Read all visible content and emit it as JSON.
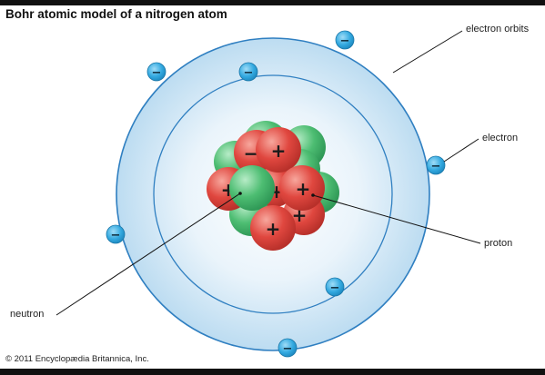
{
  "title": "Bohr atomic model of a nitrogen atom",
  "labels": {
    "electron_orbits": "electron orbits",
    "electron": "electron",
    "proton": "proton",
    "neutron": "neutron"
  },
  "copyright": "© 2011 Encyclopædia Britannica, Inc.",
  "symbols": {
    "electron": "−",
    "proton": "+"
  },
  "colors": {
    "orbit_fill_outer": "#c9e3f4",
    "orbit_fill_inner": "#eaf4fb",
    "orbit_stroke": "#2f7fc1",
    "electron": "#33a9e0",
    "proton": "#e2524a",
    "neutron": "#4dbd72"
  },
  "counts": {
    "electrons": 7,
    "protons": 7
  }
}
